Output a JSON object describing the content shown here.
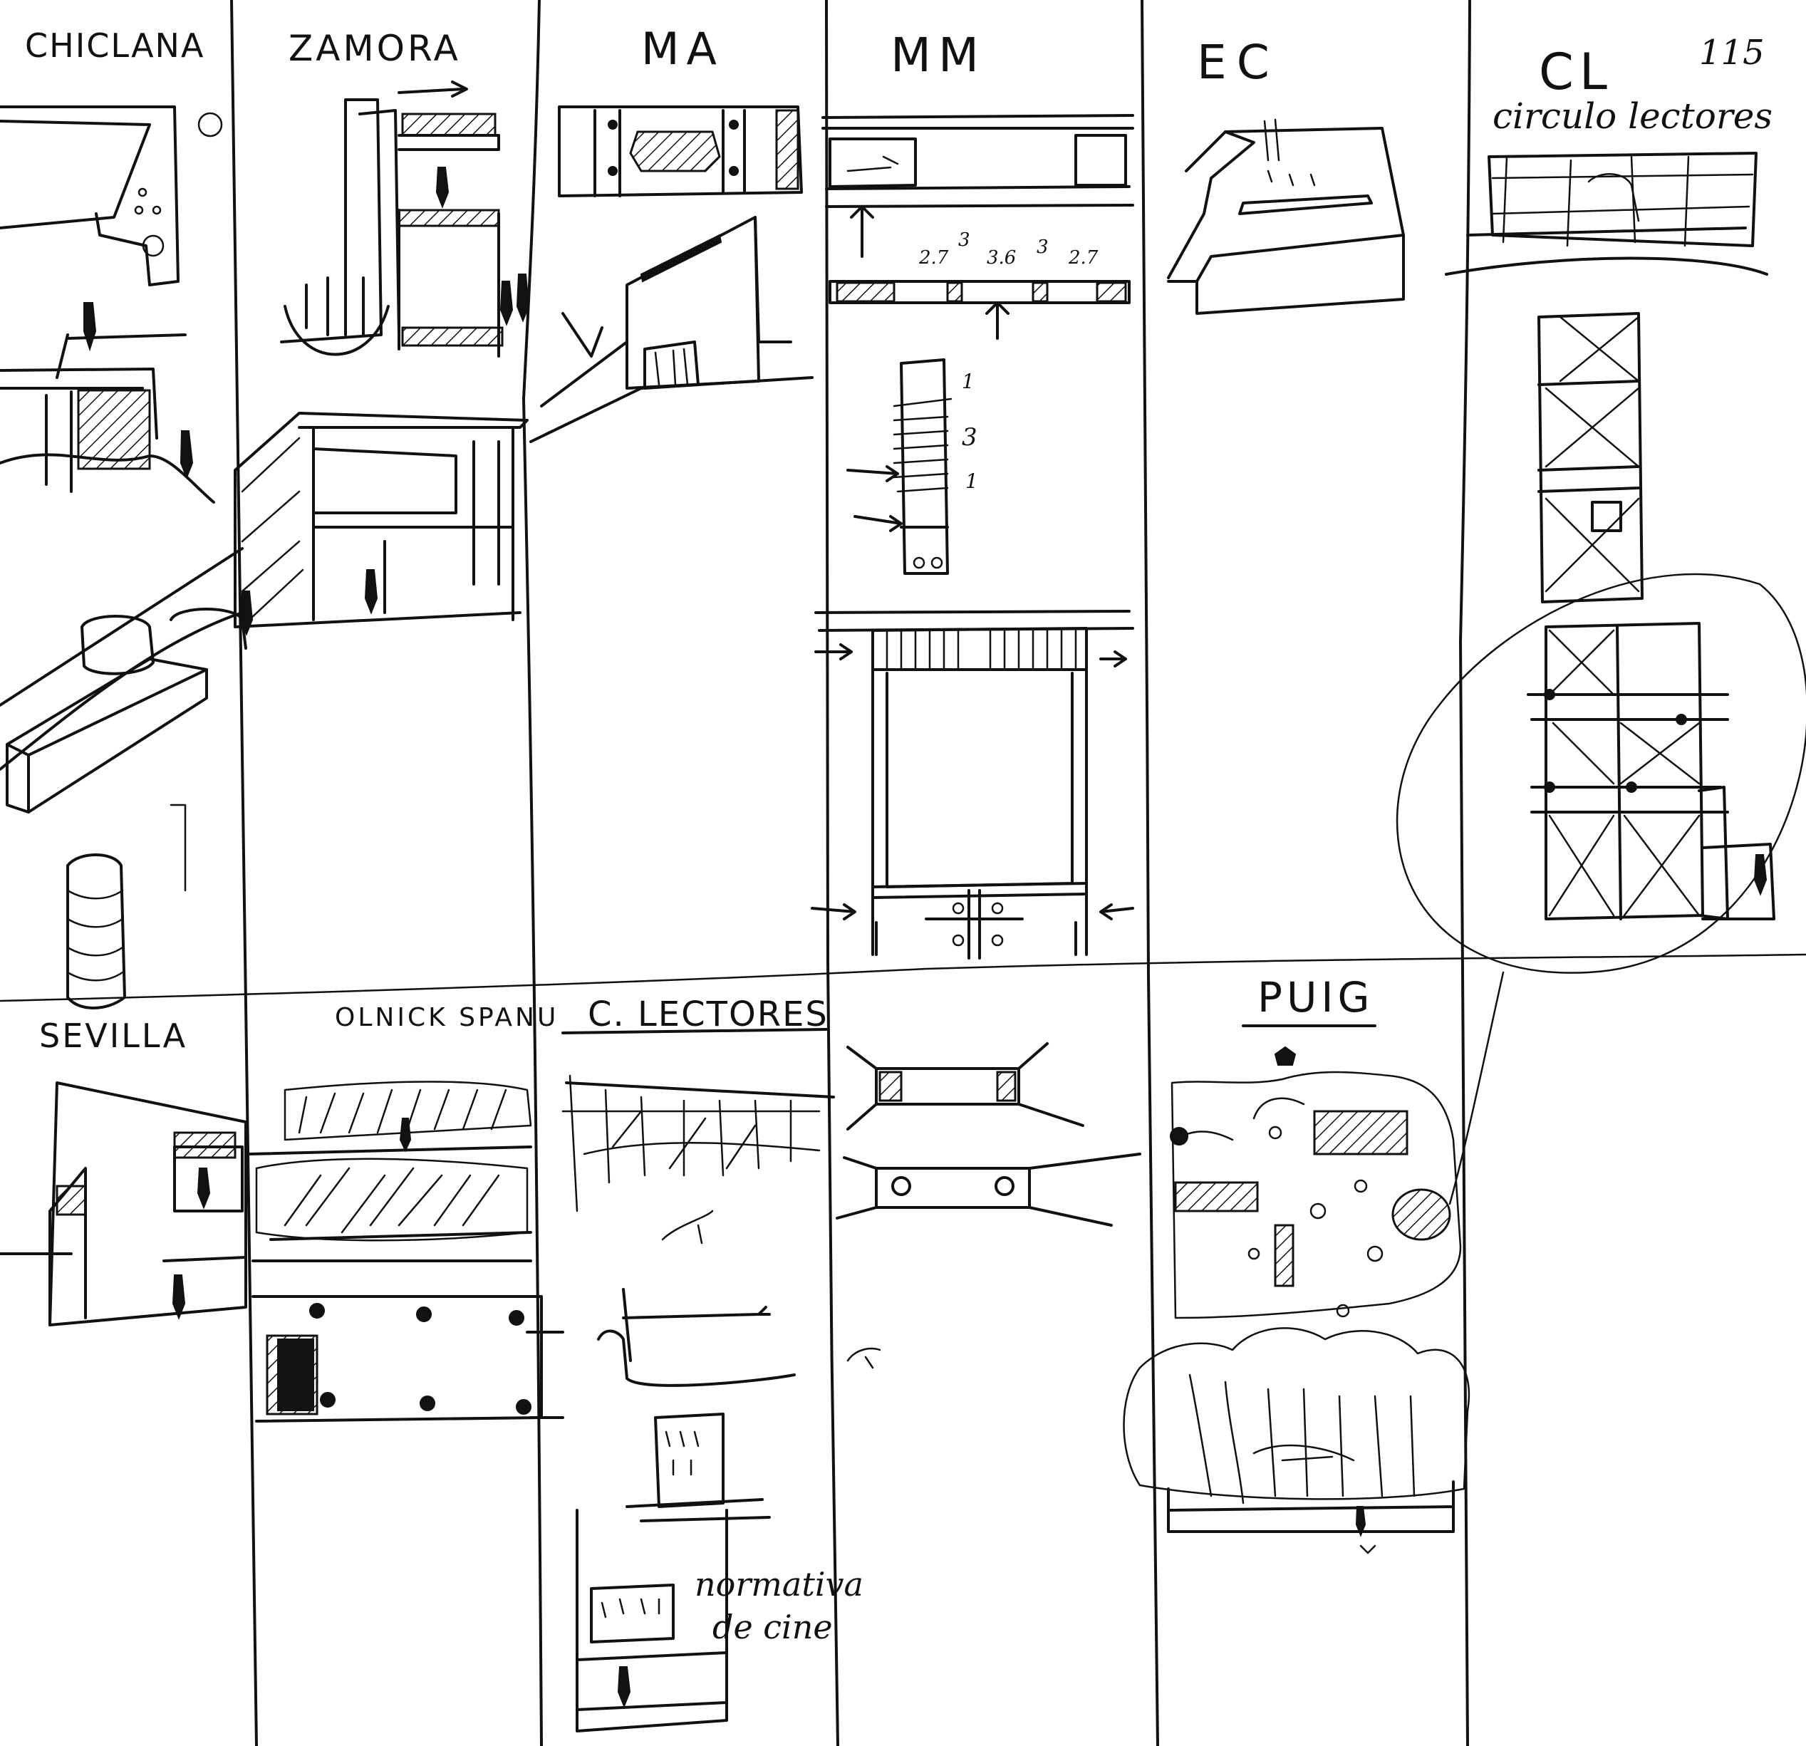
{
  "sheet": {
    "page_number": "115"
  },
  "columns_top": [
    "CHICLANA",
    "ZAMORA",
    "MA",
    "MM",
    "EC",
    "CL"
  ],
  "cl_caption": "circulo lectores",
  "mm_dimensions": {
    "row": [
      "2.7",
      "3",
      "3.6",
      "3",
      "2.7"
    ],
    "stack": [
      "1",
      "3",
      "1"
    ]
  },
  "columns_bottom": [
    "SEVILLA",
    "OLNICK SPANU",
    "C. LECTORES",
    "PUIG"
  ],
  "note": [
    "normativa",
    "de cine"
  ]
}
